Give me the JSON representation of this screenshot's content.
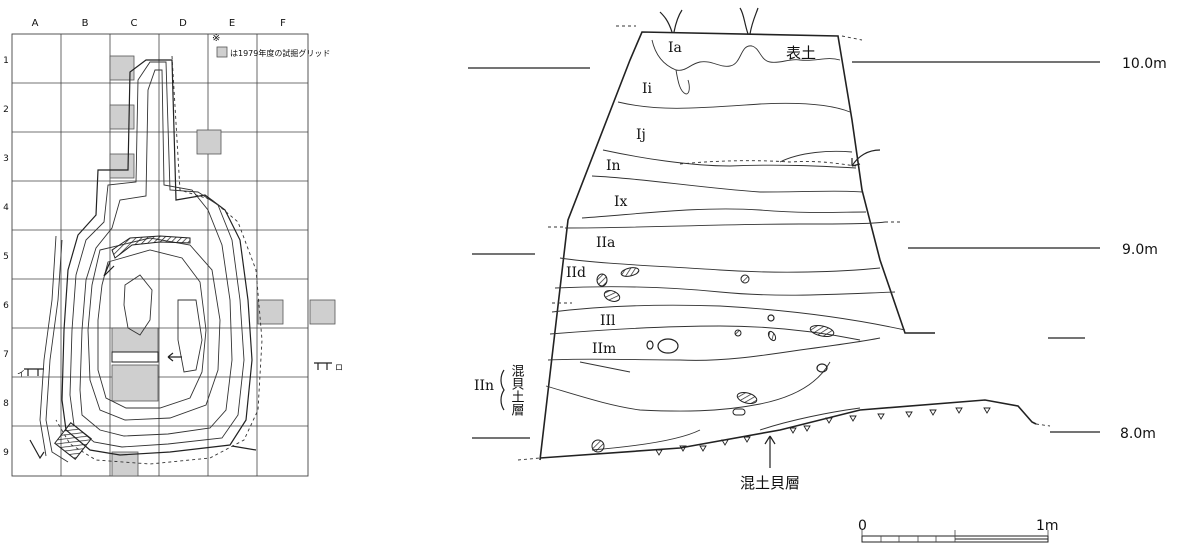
{
  "plan": {
    "columns": [
      "A",
      "B",
      "C",
      "D",
      "E",
      "F"
    ],
    "rows": [
      "1",
      "2",
      "3",
      "4",
      "5",
      "6",
      "7",
      "8",
      "9"
    ],
    "legend_mark": "※",
    "legend_text": "は1979年度の試掘グリッド",
    "section_left_marker": "イ",
    "section_right_marker": "ロ"
  },
  "section": {
    "layers": [
      "Ia",
      "Ii",
      "Ij",
      "In",
      "Ix",
      "IIa",
      "IId",
      "IIl",
      "IIm",
      "IIn"
    ],
    "topsoil_label": "表土",
    "iin_side_label": "混貝土層",
    "bottom_label": "混土貝層",
    "levels": [
      "10.0m",
      "9.0m",
      "8.0m"
    ]
  },
  "scale": {
    "start": "0",
    "end": "1m"
  }
}
